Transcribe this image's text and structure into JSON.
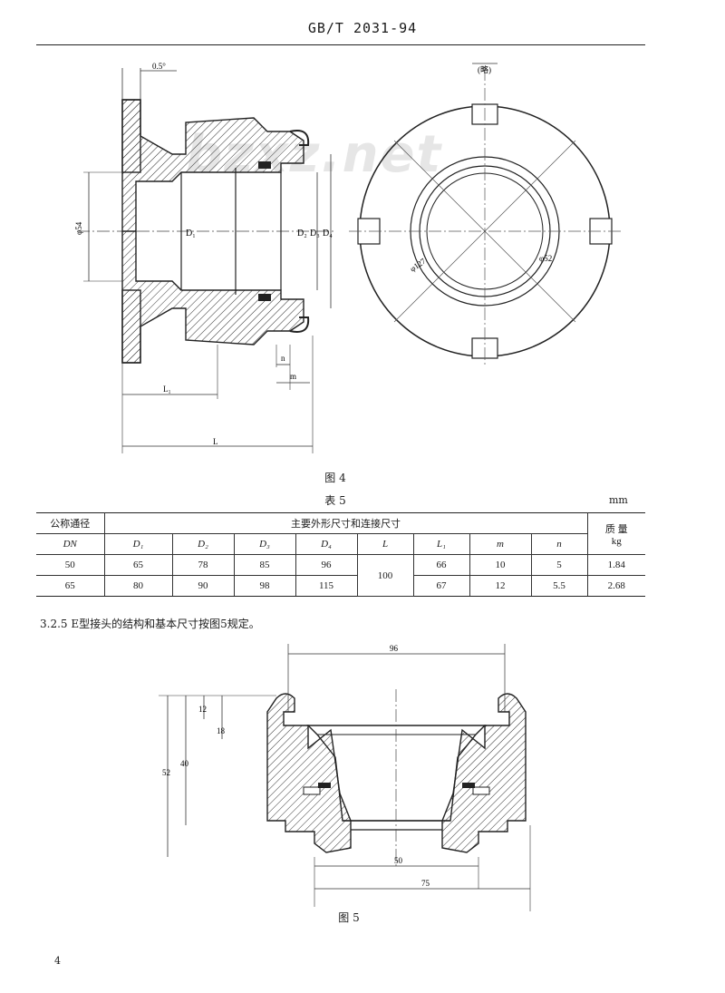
{
  "header": "GB/T 2031-94",
  "watermark": "bzxz.net",
  "figure4": {
    "caption": "图 4",
    "labels": {
      "b": "0.5°",
      "b2": "(略)",
      "phi_hole": "φ54",
      "d_inner": "D₁",
      "d2": "D₂",
      "d3": "D₃",
      "d4": "D₄",
      "n": "n",
      "m": "m",
      "l1": "L₁",
      "l": "L",
      "phi_bc": "φ127",
      "phi_in": "φ52"
    }
  },
  "table": {
    "title": "表 5",
    "unit": "mm",
    "head1": {
      "dn": "公称通径",
      "main": "主要外形尺寸和连接尺寸",
      "mass": "质 量"
    },
    "head2": {
      "dn": "DN",
      "d1": "D₁",
      "d2": "D₂",
      "d3": "D₃",
      "d4": "D₄",
      "l": "L",
      "l1": "L₁",
      "m": "m",
      "n": "n",
      "kg": "kg"
    },
    "rows": [
      {
        "dn": "50",
        "d1": "65",
        "d2": "78",
        "d3": "85",
        "d4": "96",
        "l1": "66",
        "m": "10",
        "n": "5",
        "kg": "1.84"
      },
      {
        "dn": "65",
        "d1": "80",
        "d2": "90",
        "d3": "98",
        "d4": "115",
        "l1": "67",
        "m": "12",
        "n": "5.5",
        "kg": "2.68"
      }
    ],
    "l_shared": "100"
  },
  "clause": "3.2.5  E型接头的结构和基本尺寸按图5规定。",
  "figure5": {
    "caption": "图 5",
    "labels": {
      "top": "96",
      "h1": "12",
      "h2": "18",
      "h3": "40",
      "h4": "52",
      "bottom_inner": "50",
      "bottom_outer": "75"
    }
  },
  "page_number": "4"
}
